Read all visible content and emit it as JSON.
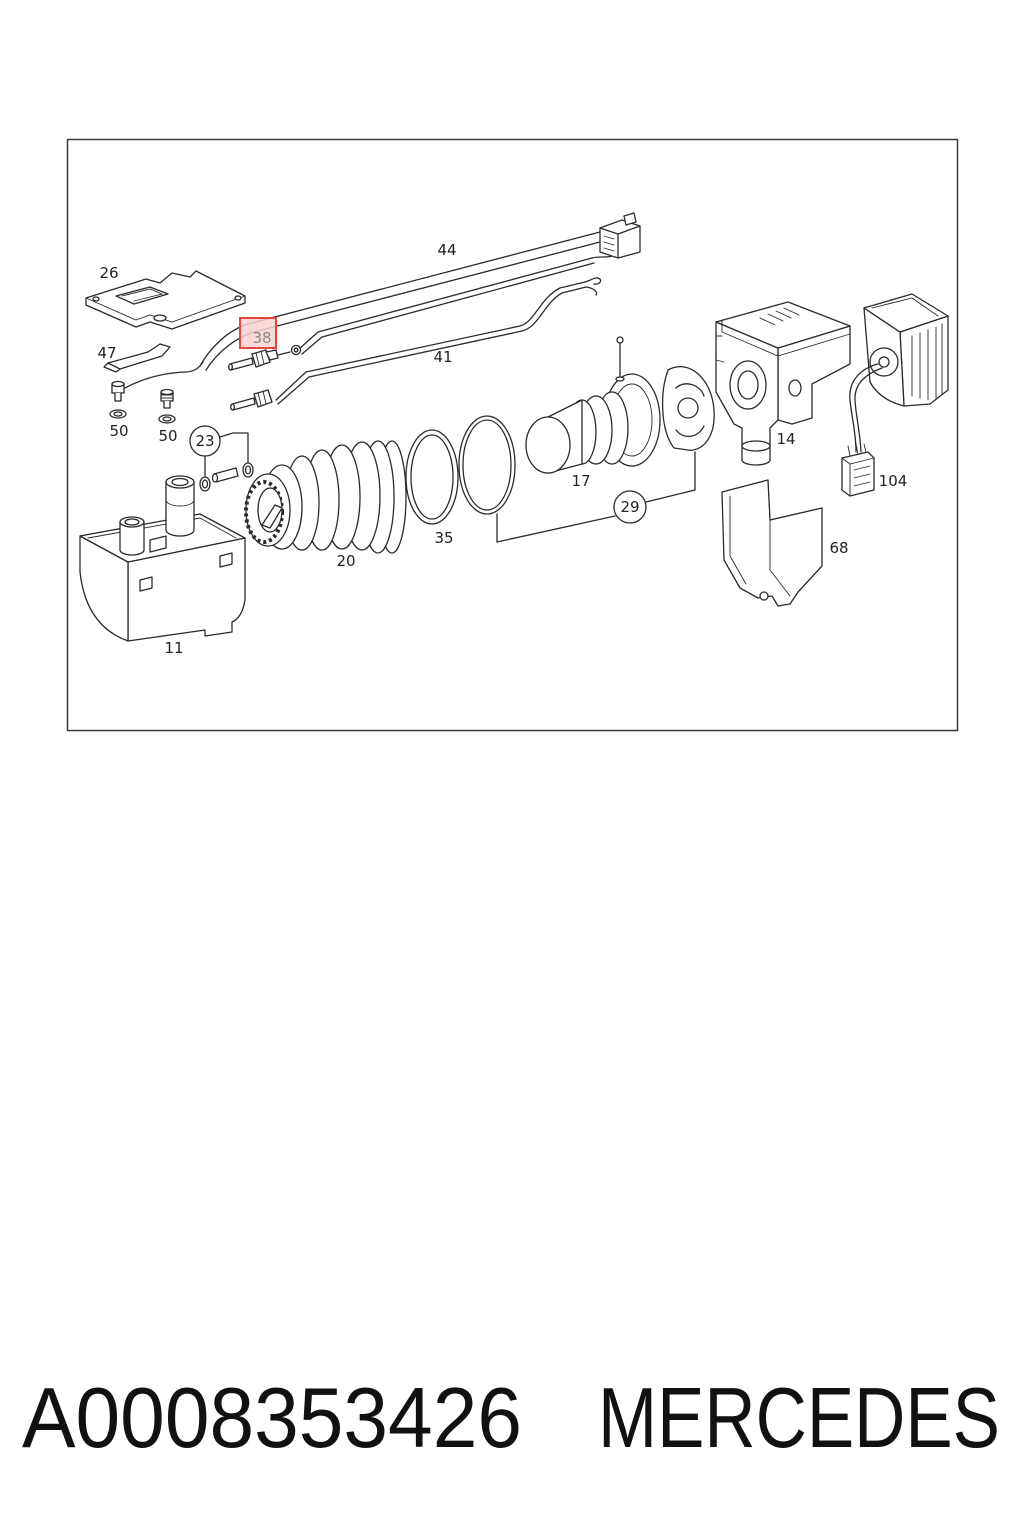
{
  "diagram": {
    "callouts": [
      {
        "label": "26"
      },
      {
        "label": "44"
      },
      {
        "label": "47"
      },
      {
        "label": "38",
        "highlighted": true
      },
      {
        "label": "41"
      },
      {
        "label": "50"
      },
      {
        "label": "50"
      },
      {
        "label": "23",
        "circled": true
      },
      {
        "label": "20"
      },
      {
        "label": "35"
      },
      {
        "label": "17"
      },
      {
        "label": "29",
        "circled": true
      },
      {
        "label": "14"
      },
      {
        "label": "104"
      },
      {
        "label": "68"
      },
      {
        "label": "11"
      }
    ]
  },
  "caption": {
    "part_number": "A0008353426",
    "brand": "MERCEDES"
  },
  "colors": {
    "line": "#2b2b2b",
    "highlight_border": "#e4463d",
    "highlight_fill": "#f8d4d1",
    "highlight_text": "#8a8a8a",
    "background": "#ffffff"
  }
}
